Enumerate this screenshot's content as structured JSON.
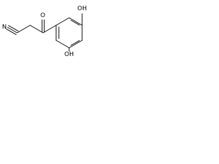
{
  "diagram": {
    "type": "chemical-structure",
    "atoms": {
      "nitrile_n": "N",
      "carbonyl_o": "O",
      "hydroxyl_top": "OH",
      "hydroxyl_bottom": "OH"
    },
    "colors": {
      "background": "#ffffff",
      "line": "#000000"
    }
  }
}
